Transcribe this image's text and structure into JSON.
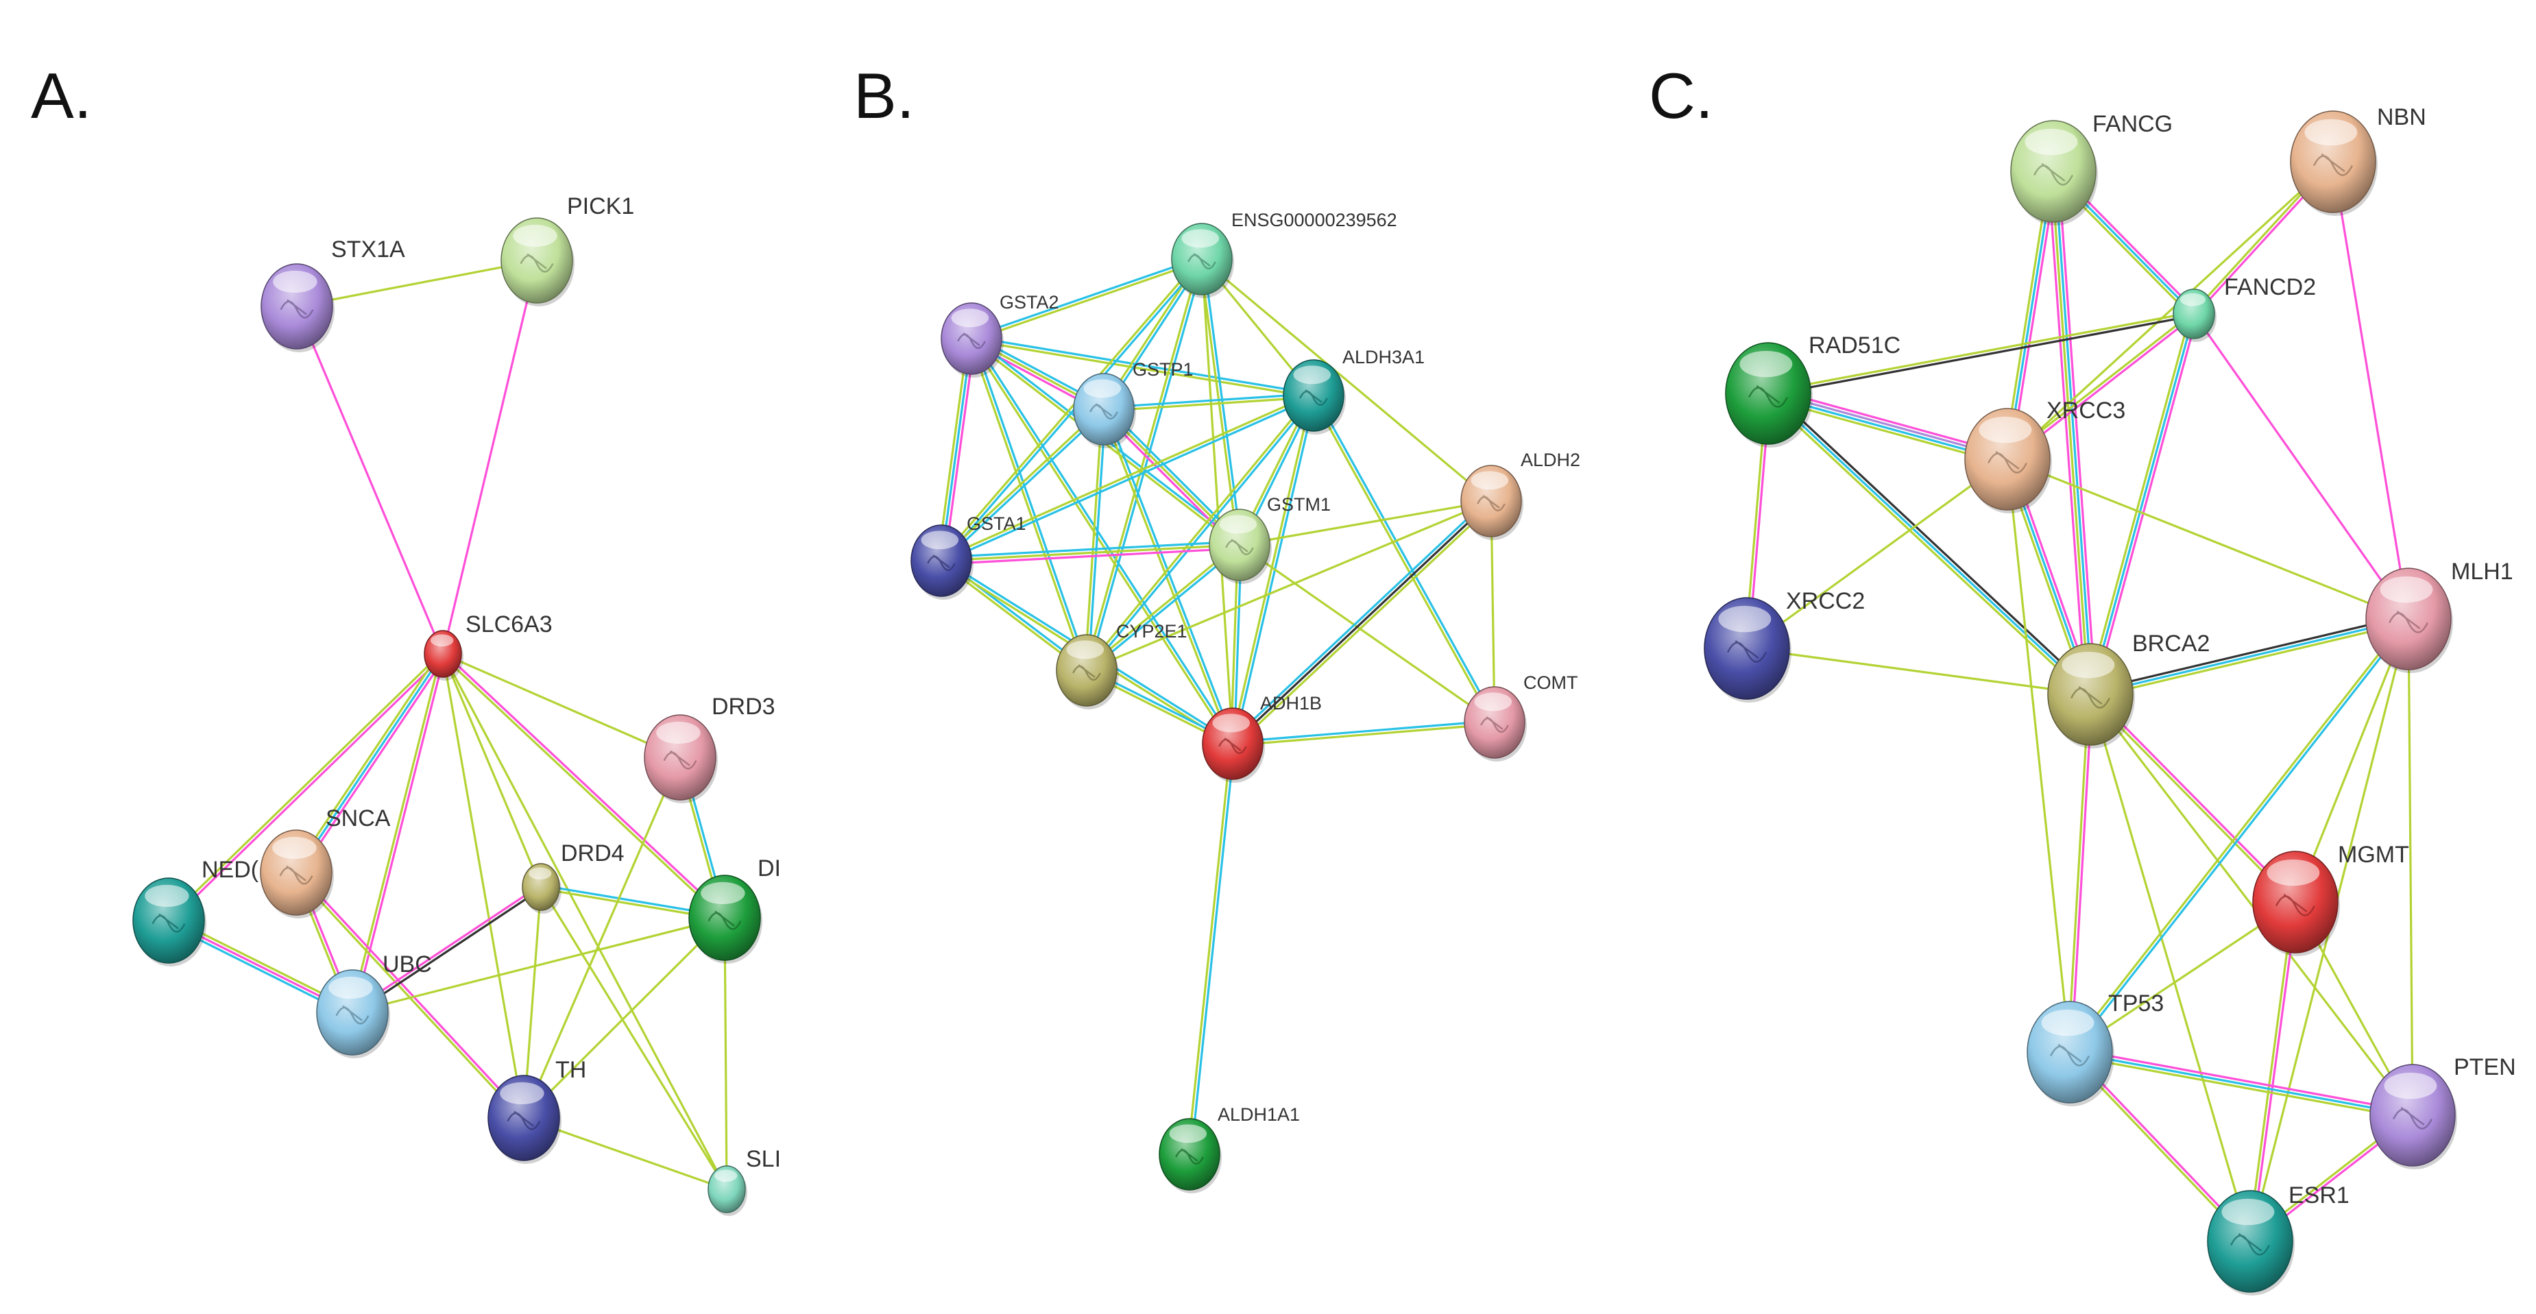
{
  "panels": [
    {
      "label": "A.",
      "nodes": [
        {
          "id": "STX1A",
          "label": "STX1A",
          "color": "#a98ad9"
        },
        {
          "id": "PICK1",
          "label": "PICK1",
          "color": "#bfe09a"
        },
        {
          "id": "SLC6A3",
          "label": "SLC6A3",
          "color": "#e23b3b"
        },
        {
          "id": "DRD3",
          "label": "DRD3",
          "color": "#e59aa8"
        },
        {
          "id": "SNCA",
          "label": "SNCA",
          "color": "#e7b48f"
        },
        {
          "id": "NEDD",
          "label": "NED(",
          "color": "#1f9e96"
        },
        {
          "id": "DRD4",
          "label": "DRD4",
          "color": "#b9b46a"
        },
        {
          "id": "DI",
          "label": "DI",
          "color": "#1e9e3c"
        },
        {
          "id": "UBC",
          "label": "UBC",
          "color": "#8fc9e8"
        },
        {
          "id": "TH",
          "label": "TH",
          "color": "#4a4fa8"
        },
        {
          "id": "SLI",
          "label": "SLI",
          "color": "#7fd6bc"
        }
      ],
      "edges": [
        {
          "a": "STX1A",
          "b": "PICK1",
          "colors": [
            "#b3d334"
          ]
        },
        {
          "a": "STX1A",
          "b": "SLC6A3",
          "colors": [
            "#ff4fd8"
          ]
        },
        {
          "a": "PICK1",
          "b": "SLC6A3",
          "colors": [
            "#ff4fd8"
          ]
        },
        {
          "a": "SLC6A3",
          "b": "NEDD",
          "colors": [
            "#ff4fd8",
            "#b3d334"
          ]
        },
        {
          "a": "SLC6A3",
          "b": "SNCA",
          "colors": [
            "#ff4fd8",
            "#29c1e6",
            "#b3d334"
          ]
        },
        {
          "a": "SLC6A3",
          "b": "UBC",
          "colors": [
            "#ff4fd8",
            "#b3d334"
          ]
        },
        {
          "a": "SLC6A3",
          "b": "DRD3",
          "colors": [
            "#b3d334"
          ]
        },
        {
          "a": "SLC6A3",
          "b": "DRD4",
          "colors": [
            "#b3d334"
          ]
        },
        {
          "a": "SLC6A3",
          "b": "DI",
          "colors": [
            "#ff4fd8",
            "#b3d334"
          ]
        },
        {
          "a": "SLC6A3",
          "b": "TH",
          "colors": [
            "#b3d334"
          ]
        },
        {
          "a": "SLC6A3",
          "b": "SLI",
          "colors": [
            "#b3d334"
          ]
        },
        {
          "a": "NEDD",
          "b": "UBC",
          "colors": [
            "#b3d334",
            "#ff4fd8",
            "#29c1e6"
          ]
        },
        {
          "a": "SNCA",
          "b": "UBC",
          "colors": [
            "#ff4fd8",
            "#b3d334"
          ]
        },
        {
          "a": "SNCA",
          "b": "TH",
          "colors": [
            "#ff4fd8",
            "#b3d334"
          ]
        },
        {
          "a": "UBC",
          "b": "DRD4",
          "colors": [
            "#ff4fd8",
            "#333333"
          ]
        },
        {
          "a": "UBC",
          "b": "DI",
          "colors": [
            "#b3d334"
          ]
        },
        {
          "a": "DRD4",
          "b": "DI",
          "colors": [
            "#29c1e6",
            "#b3d334"
          ]
        },
        {
          "a": "DRD4",
          "b": "TH",
          "colors": [
            "#b3d334"
          ]
        },
        {
          "a": "DRD4",
          "b": "SLI",
          "colors": [
            "#b3d334"
          ]
        },
        {
          "a": "DRD3",
          "b": "DI",
          "colors": [
            "#29c1e6",
            "#b3d334"
          ]
        },
        {
          "a": "DRD3",
          "b": "TH",
          "colors": [
            "#b3d334"
          ]
        },
        {
          "a": "DI",
          "b": "TH",
          "colors": [
            "#b3d334"
          ]
        },
        {
          "a": "DI",
          "b": "SLI",
          "colors": [
            "#b3d334"
          ]
        },
        {
          "a": "TH",
          "b": "SLI",
          "colors": [
            "#b3d334"
          ]
        }
      ]
    },
    {
      "label": "B.",
      "nodes": [
        {
          "id": "ENSG",
          "label": "ENSG00000239562",
          "color": "#6fd6a8"
        },
        {
          "id": "GSTA2",
          "label": "GSTA2",
          "color": "#a98ad9"
        },
        {
          "id": "GSTP1",
          "label": "GSTP1",
          "color": "#8fc9e8"
        },
        {
          "id": "ALDH3A1",
          "label": "ALDH3A1",
          "color": "#1f9e96"
        },
        {
          "id": "ALDH2",
          "label": "ALDH2",
          "color": "#e7b48f"
        },
        {
          "id": "GSTA1",
          "label": "GSTA1",
          "color": "#4a4fa8"
        },
        {
          "id": "GSTM1",
          "label": "GSTM1",
          "color": "#bfe09a"
        },
        {
          "id": "CYP2E1",
          "label": "CYP2E1",
          "color": "#b9b46a"
        },
        {
          "id": "ADH1B",
          "label": "ADH1B",
          "color": "#e23b3b"
        },
        {
          "id": "COMT",
          "label": "COMT",
          "color": "#e59aa8"
        },
        {
          "id": "ALDH1A1",
          "label": "ALDH1A1",
          "color": "#1e9e3c"
        }
      ],
      "edges": [
        {
          "a": "GSTA2",
          "b": "ENSG",
          "colors": [
            "#29c1e6",
            "#b3d334"
          ]
        },
        {
          "a": "GSTA2",
          "b": "GSTP1",
          "colors": [
            "#29c1e6",
            "#b3d334",
            "#ff4fd8"
          ]
        },
        {
          "a": "GSTA2",
          "b": "GSTA1",
          "colors": [
            "#ff4fd8",
            "#29c1e6",
            "#b3d334"
          ]
        },
        {
          "a": "GSTA2",
          "b": "GSTM1",
          "colors": [
            "#29c1e6",
            "#b3d334"
          ]
        },
        {
          "a": "GSTA2",
          "b": "CYP2E1",
          "colors": [
            "#29c1e6",
            "#b3d334"
          ]
        },
        {
          "a": "GSTA2",
          "b": "ADH1B",
          "colors": [
            "#29c1e6",
            "#b3d334"
          ]
        },
        {
          "a": "GSTA2",
          "b": "ALDH3A1",
          "colors": [
            "#29c1e6",
            "#b3d334"
          ]
        },
        {
          "a": "ENSG",
          "b": "GSTP1",
          "colors": [
            "#29c1e6",
            "#b3d334"
          ]
        },
        {
          "a": "ENSG",
          "b": "ALDH3A1",
          "colors": [
            "#b3d334"
          ]
        },
        {
          "a": "ENSG",
          "b": "GSTA1",
          "colors": [
            "#29c1e6",
            "#b3d334"
          ]
        },
        {
          "a": "ENSG",
          "b": "GSTM1",
          "colors": [
            "#29c1e6",
            "#b3d334"
          ]
        },
        {
          "a": "ENSG",
          "b": "CYP2E1",
          "colors": [
            "#29c1e6",
            "#b3d334"
          ]
        },
        {
          "a": "ENSG",
          "b": "ADH1B",
          "colors": [
            "#b3d334"
          ]
        },
        {
          "a": "ENSG",
          "b": "ALDH2",
          "colors": [
            "#b3d334"
          ]
        },
        {
          "a": "GSTP1",
          "b": "ALDH3A1",
          "colors": [
            "#29c1e6",
            "#b3d334"
          ]
        },
        {
          "a": "GSTP1",
          "b": "GSTA1",
          "colors": [
            "#29c1e6",
            "#b3d334"
          ]
        },
        {
          "a": "GSTP1",
          "b": "GSTM1",
          "colors": [
            "#29c1e6",
            "#b3d334",
            "#ff4fd8"
          ]
        },
        {
          "a": "GSTP1",
          "b": "CYP2E1",
          "colors": [
            "#29c1e6",
            "#b3d334"
          ]
        },
        {
          "a": "GSTP1",
          "b": "ADH1B",
          "colors": [
            "#29c1e6",
            "#b3d334"
          ]
        },
        {
          "a": "ALDH3A1",
          "b": "GSTA1",
          "colors": [
            "#29c1e6",
            "#b3d334"
          ]
        },
        {
          "a": "ALDH3A1",
          "b": "GSTM1",
          "colors": [
            "#29c1e6",
            "#b3d334"
          ]
        },
        {
          "a": "ALDH3A1",
          "b": "CYP2E1",
          "colors": [
            "#29c1e6",
            "#b3d334"
          ]
        },
        {
          "a": "ALDH3A1",
          "b": "ADH1B",
          "colors": [
            "#29c1e6",
            "#b3d334"
          ]
        },
        {
          "a": "ALDH3A1",
          "b": "COMT",
          "colors": [
            "#29c1e6",
            "#b3d334"
          ]
        },
        {
          "a": "GSTA1",
          "b": "GSTM1",
          "colors": [
            "#29c1e6",
            "#b3d334",
            "#ff4fd8"
          ]
        },
        {
          "a": "GSTA1",
          "b": "CYP2E1",
          "colors": [
            "#29c1e6",
            "#b3d334"
          ]
        },
        {
          "a": "GSTA1",
          "b": "ADH1B",
          "colors": [
            "#29c1e6",
            "#b3d334"
          ]
        },
        {
          "a": "GSTM1",
          "b": "CYP2E1",
          "colors": [
            "#29c1e6",
            "#b3d334"
          ]
        },
        {
          "a": "GSTM1",
          "b": "ADH1B",
          "colors": [
            "#29c1e6",
            "#b3d334"
          ]
        },
        {
          "a": "GSTM1",
          "b": "ALDH2",
          "colors": [
            "#b3d334"
          ]
        },
        {
          "a": "GSTM1",
          "b": "COMT",
          "colors": [
            "#b3d334"
          ]
        },
        {
          "a": "CYP2E1",
          "b": "ADH1B",
          "colors": [
            "#29c1e6",
            "#b3d334"
          ]
        },
        {
          "a": "CYP2E1",
          "b": "ALDH2",
          "colors": [
            "#b3d334"
          ]
        },
        {
          "a": "ADH1B",
          "b": "ALDH2",
          "colors": [
            "#29c1e6",
            "#333333",
            "#b3d334"
          ]
        },
        {
          "a": "ADH1B",
          "b": "COMT",
          "colors": [
            "#29c1e6",
            "#b3d334"
          ]
        },
        {
          "a": "ADH1B",
          "b": "ALDH1A1",
          "colors": [
            "#29c1e6",
            "#b3d334"
          ]
        },
        {
          "a": "ALDH2",
          "b": "COMT",
          "colors": [
            "#b3d334"
          ]
        }
      ]
    },
    {
      "label": "C.",
      "nodes": [
        {
          "id": "FANCG",
          "label": "FANCG",
          "color": "#bfe09a"
        },
        {
          "id": "NBN",
          "label": "NBN",
          "color": "#e7b48f"
        },
        {
          "id": "FANCD2",
          "label": "FANCD2",
          "color": "#6fd6a8"
        },
        {
          "id": "RAD51C",
          "label": "RAD51C",
          "color": "#1e9e3c"
        },
        {
          "id": "XRCC3",
          "label": "XRCC3",
          "color": "#e7b48f"
        },
        {
          "id": "XRCC2",
          "label": "XRCC2",
          "color": "#4a4fa8"
        },
        {
          "id": "MLH1",
          "label": "MLH1",
          "color": "#e59aa8"
        },
        {
          "id": "BRCA2",
          "label": "BRCA2",
          "color": "#b9b46a"
        },
        {
          "id": "MGMT",
          "label": "MGMT",
          "color": "#e23b3b"
        },
        {
          "id": "TP53",
          "label": "TP53",
          "color": "#8fc9e8"
        },
        {
          "id": "PTEN",
          "label": "PTEN",
          "color": "#a98ad9"
        },
        {
          "id": "ESR1",
          "label": "ESR1",
          "color": "#1f9e96"
        }
      ],
      "edges": [
        {
          "a": "FANCG",
          "b": "FANCD2",
          "colors": [
            "#ff4fd8",
            "#29c1e6",
            "#b3d334"
          ]
        },
        {
          "a": "FANCG",
          "b": "XRCC3",
          "colors": [
            "#ff4fd8",
            "#29c1e6",
            "#b3d334"
          ]
        },
        {
          "a": "FANCG",
          "b": "BRCA2",
          "colors": [
            "#ff4fd8",
            "#29c1e6",
            "#b3d334",
            "#ff4fd8"
          ]
        },
        {
          "a": "NBN",
          "b": "FANCD2",
          "colors": [
            "#ff4fd8",
            "#b3d334"
          ]
        },
        {
          "a": "NBN",
          "b": "MLH1",
          "colors": [
            "#ff4fd8"
          ]
        },
        {
          "a": "NBN",
          "b": "XRCC3",
          "colors": [
            "#b3d334"
          ]
        },
        {
          "a": "FANCD2",
          "b": "RAD51C",
          "colors": [
            "#333333",
            "#b3d334"
          ]
        },
        {
          "a": "FANCD2",
          "b": "XRCC3",
          "colors": [
            "#ff4fd8",
            "#b3d334"
          ]
        },
        {
          "a": "FANCD2",
          "b": "BRCA2",
          "colors": [
            "#ff4fd8",
            "#29c1e6",
            "#b3d334"
          ]
        },
        {
          "a": "FANCD2",
          "b": "MLH1",
          "colors": [
            "#ff4fd8"
          ]
        },
        {
          "a": "RAD51C",
          "b": "XRCC3",
          "colors": [
            "#ff4fd8",
            "#a98ad9",
            "#29c1e6",
            "#b3d334"
          ]
        },
        {
          "a": "RAD51C",
          "b": "XRCC2",
          "colors": [
            "#ff4fd8",
            "#b3d334"
          ]
        },
        {
          "a": "RAD51C",
          "b": "BRCA2",
          "colors": [
            "#333333",
            "#29c1e6",
            "#b3d334"
          ]
        },
        {
          "a": "XRCC3",
          "b": "XRCC2",
          "colors": [
            "#b3d334"
          ]
        },
        {
          "a": "XRCC3",
          "b": "BRCA2",
          "colors": [
            "#ff4fd8",
            "#29c1e6",
            "#b3d334"
          ]
        },
        {
          "a": "XRCC3",
          "b": "MLH1",
          "colors": [
            "#b3d334"
          ]
        },
        {
          "a": "XRCC3",
          "b": "TP53",
          "colors": [
            "#b3d334"
          ]
        },
        {
          "a": "XRCC2",
          "b": "BRCA2",
          "colors": [
            "#b3d334"
          ]
        },
        {
          "a": "BRCA2",
          "b": "MLH1",
          "colors": [
            "#333333",
            "#29c1e6",
            "#b3d334"
          ]
        },
        {
          "a": "BRCA2",
          "b": "MGMT",
          "colors": [
            "#ff4fd8",
            "#b3d334"
          ]
        },
        {
          "a": "BRCA2",
          "b": "TP53",
          "colors": [
            "#ff4fd8",
            "#b3d334"
          ]
        },
        {
          "a": "BRCA2",
          "b": "PTEN",
          "colors": [
            "#b3d334"
          ]
        },
        {
          "a": "BRCA2",
          "b": "ESR1",
          "colors": [
            "#b3d334"
          ]
        },
        {
          "a": "MLH1",
          "b": "MGMT",
          "colors": [
            "#b3d334"
          ]
        },
        {
          "a": "MLH1",
          "b": "TP53",
          "colors": [
            "#29c1e6",
            "#b3d334"
          ]
        },
        {
          "a": "MLH1",
          "b": "PTEN",
          "colors": [
            "#b3d334"
          ]
        },
        {
          "a": "MLH1",
          "b": "ESR1",
          "colors": [
            "#b3d334"
          ]
        },
        {
          "a": "MGMT",
          "b": "TP53",
          "colors": [
            "#b3d334"
          ]
        },
        {
          "a": "MGMT",
          "b": "PTEN",
          "colors": [
            "#b3d334"
          ]
        },
        {
          "a": "MGMT",
          "b": "ESR1",
          "colors": [
            "#ff4fd8",
            "#b3d334"
          ]
        },
        {
          "a": "TP53",
          "b": "PTEN",
          "colors": [
            "#ff4fd8",
            "#29c1e6",
            "#b3d334"
          ]
        },
        {
          "a": "TP53",
          "b": "ESR1",
          "colors": [
            "#ff4fd8",
            "#b3d334"
          ]
        },
        {
          "a": "PTEN",
          "b": "ESR1",
          "colors": [
            "#ff4fd8",
            "#b3d334"
          ]
        }
      ]
    }
  ]
}
